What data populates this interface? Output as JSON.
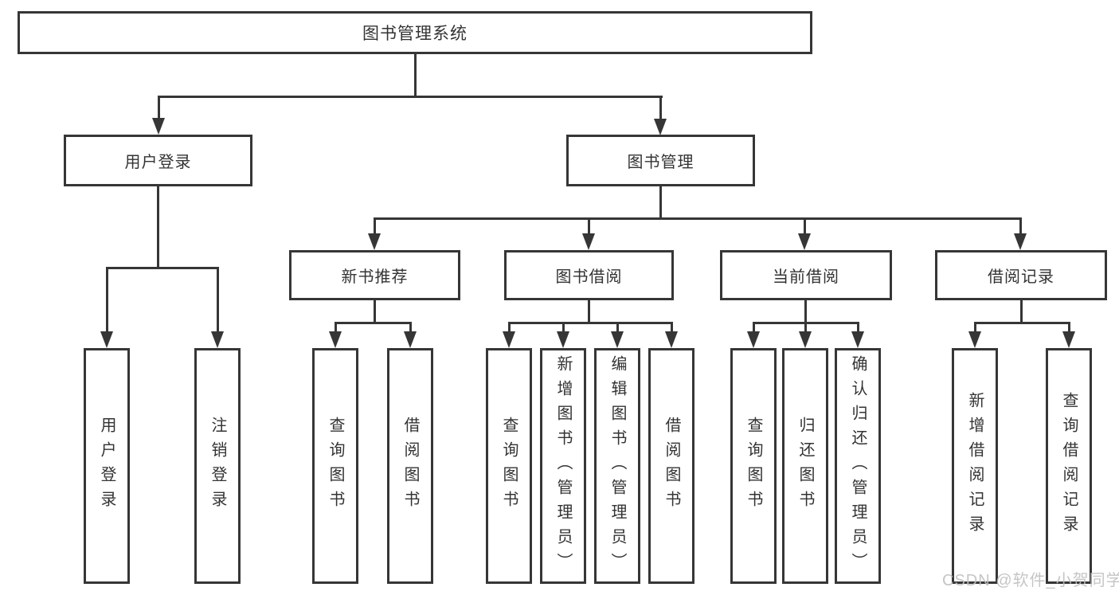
{
  "diagram": {
    "root": {
      "label": "图书管理系统"
    },
    "level2": {
      "user_login": {
        "label": "用户登录"
      },
      "book_mgmt": {
        "label": "图书管理"
      }
    },
    "level3": {
      "new_books": {
        "label": "新书推荐"
      },
      "book_borrow": {
        "label": "图书借阅"
      },
      "current_borrow": {
        "label": "当前借阅"
      },
      "borrow_records": {
        "label": "借阅记录"
      }
    },
    "leaves": {
      "user": [
        "用户登录",
        "注销登录"
      ],
      "new_books": [
        "查询图书",
        "借阅图书"
      ],
      "book_borrow": [
        "查询图书",
        "新增图书（管理员）",
        "编辑图书（管理员）",
        "借阅图书"
      ],
      "current_borrow": [
        "查询图书",
        "归还图书",
        "确认归还（管理员）"
      ],
      "borrow_records": [
        "新增借阅记录",
        "查询借阅记录"
      ]
    }
  },
  "watermark": {
    "text": "CSDN @软件_小贺同学"
  },
  "colors": {
    "line": "#363636",
    "text": "#333333",
    "background": "#ffffff",
    "watermark": "#bfbfbf"
  }
}
